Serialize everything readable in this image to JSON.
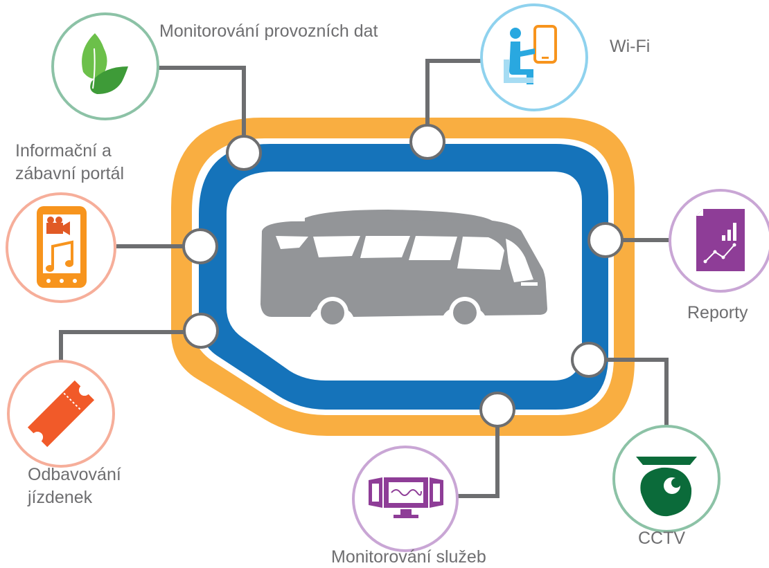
{
  "labels": {
    "monitoring_data": "Monitorování provozních dat",
    "wifi": "Wi-Fi",
    "info_portal_line1": "Informační a",
    "info_portal_line2": "zábavní portál",
    "reports": "Reporty",
    "ticketing_line1": "Odbavování",
    "ticketing_line2": "jízdenek",
    "service_monitoring": "Monitorování služeb",
    "cctv": "CCTV"
  },
  "colors": {
    "outer_ring": "#f9ae41",
    "inner_ring": "#1573ba",
    "bus": "#939598",
    "connector": "#6d6e70",
    "monitoring_data_border": "#8cc2a6",
    "wifi_border": "#8fd2ee",
    "info_portal_border": "#f6ae9a",
    "reports_border": "#c9a6d5",
    "ticketing_border": "#f6ae9a",
    "service_monitoring_border": "#c9a6d5",
    "cctv_border": "#8cc2a6",
    "leaf_green": "#4caf50",
    "seat_blue": "#29a8e0",
    "phone_orange": "#f7941d",
    "report_purple": "#8e3d97",
    "ticket_orange": "#f15a29",
    "cctv_green": "#0b6b3a"
  },
  "icons": {
    "monitoring_data": "leaf-icon",
    "wifi": "seated-passenger-tablet-icon",
    "info_portal": "media-phone-icon",
    "reports": "report-chart-icon",
    "ticketing": "ticket-icon",
    "service_monitoring": "monitor-screens-icon",
    "cctv": "cctv-camera-icon",
    "center": "bus-icon"
  }
}
